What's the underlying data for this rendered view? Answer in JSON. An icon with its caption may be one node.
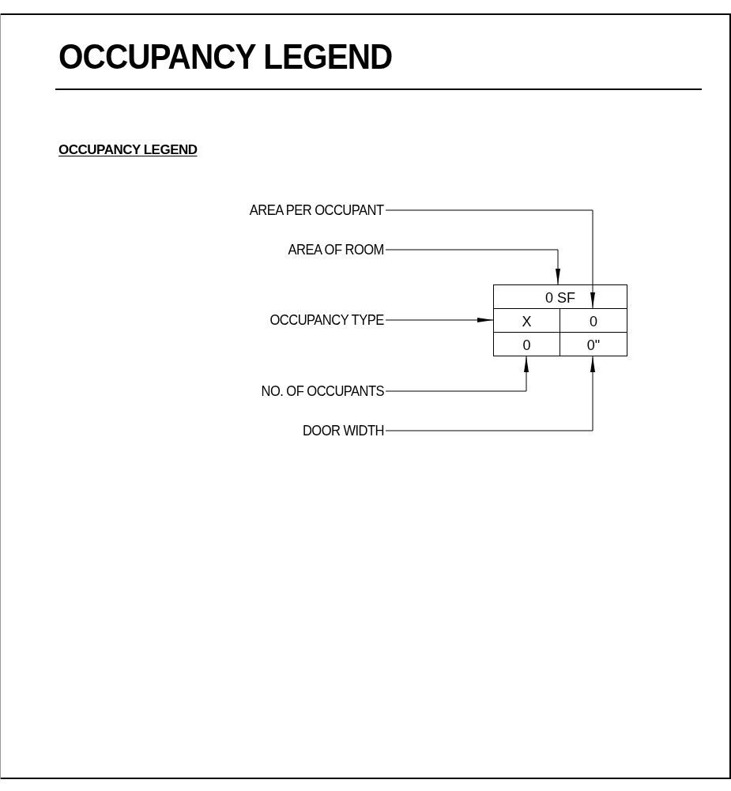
{
  "diagram": {
    "title": "OCCUPANCY LEGEND",
    "nodes": [
      {
        "text": [
          "AREA PER OCCUPANT"
        ]
      },
      {
        "text": [
          "AREA OF ROOM"
        ]
      },
      {
        "text": [
          "0 SF"
        ]
      },
      {
        "text": [
          "OCCUPANCY TYPE"
        ]
      },
      {
        "text": [
          "X"
        ]
      },
      {
        "text": [
          "0"
        ]
      },
      {
        "text": [
          "0"
        ]
      },
      {
        "text": [
          "0\""
        ]
      },
      {
        "text": [
          "NO. OF OCCUPANTS"
        ]
      },
      {
        "text": [
          "DOOR WIDTH"
        ]
      }
    ],
    "edges": [
      {
        "from": 0,
        "to": 5,
        "arrow": "to"
      },
      {
        "from": 1,
        "to": 2,
        "arrow": "to"
      },
      {
        "from": 3,
        "to": 4,
        "arrow": "to"
      },
      {
        "from": 8,
        "to": 6,
        "arrow": "to"
      },
      {
        "from": 9,
        "to": 7,
        "arrow": "to"
      }
    ],
    "labels": [
      "OCCUPANCY LEGEND"
    ]
  }
}
